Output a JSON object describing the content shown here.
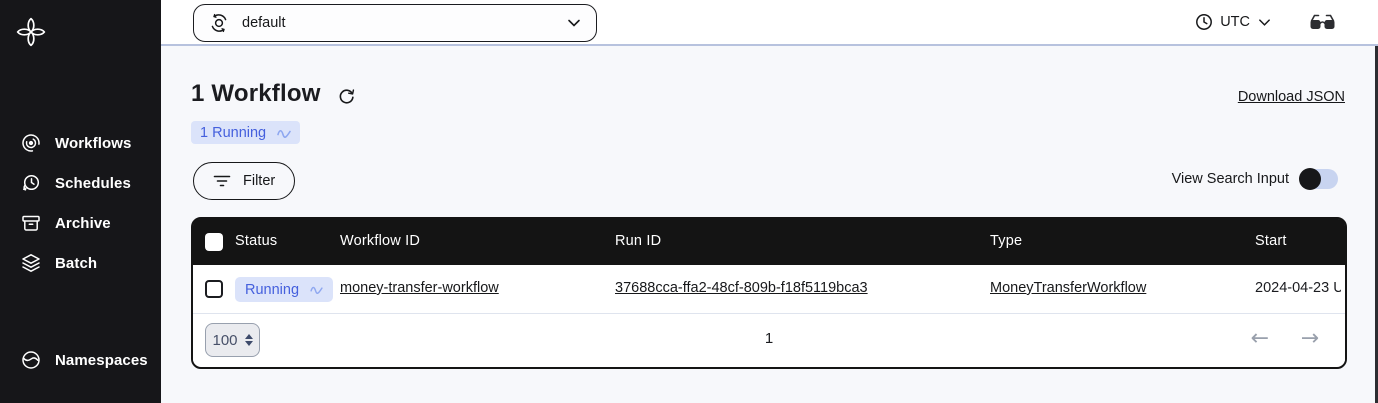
{
  "sidebar": {
    "items": [
      {
        "label": "Workflows",
        "icon": "workflows-icon"
      },
      {
        "label": "Schedules",
        "icon": "schedules-icon"
      },
      {
        "label": "Archive",
        "icon": "archive-icon"
      },
      {
        "label": "Batch",
        "icon": "batch-icon"
      }
    ],
    "footer_items": [
      {
        "label": "Namespaces",
        "icon": "namespaces-icon"
      }
    ]
  },
  "topbar": {
    "namespace_select": {
      "value": "default",
      "icon": "namespace-switcher-icon"
    },
    "timezone_label": "UTC",
    "labs_icon": "glasses-icon"
  },
  "main": {
    "title": "1 Workflow",
    "running_badge": "1 Running",
    "filter_label": "Filter",
    "download_json_label": "Download JSON",
    "view_search_input_label": "View Search Input",
    "search_input_toggle_state": "off"
  },
  "table": {
    "headers": [
      "Status",
      "Workflow ID",
      "Run ID",
      "Type",
      "Start"
    ],
    "rows": [
      {
        "status": "Running",
        "workflow_id": "money-transfer-workflow",
        "run_id": "37688cca-ffa2-48cf-809b-f18f5119bca3",
        "type": "MoneyTransferWorkflow",
        "start": "2024-04-23 U"
      }
    ],
    "pagination": {
      "page_size": "100",
      "page_indicator": "1"
    }
  },
  "icons": {
    "logo": "temporal-logo",
    "refresh": "refresh-icon",
    "filter": "filter-lines-icon",
    "status_pulse": "heartbeat-icon",
    "timezone": "clock-icon",
    "dropdown": "chevron-down-icon",
    "prev": "arrow-left-icon",
    "next": "arrow-right-icon"
  },
  "colors": {
    "accent_blue": "#4560dd",
    "badge_bg": "#dbe3fa",
    "sidebar_bg": "#161619",
    "table_header_bg": "#141414",
    "topbar_divider": "#b7c2de",
    "page_bg": "#f7f8fb",
    "toggle_track": "#c8d4f0"
  }
}
